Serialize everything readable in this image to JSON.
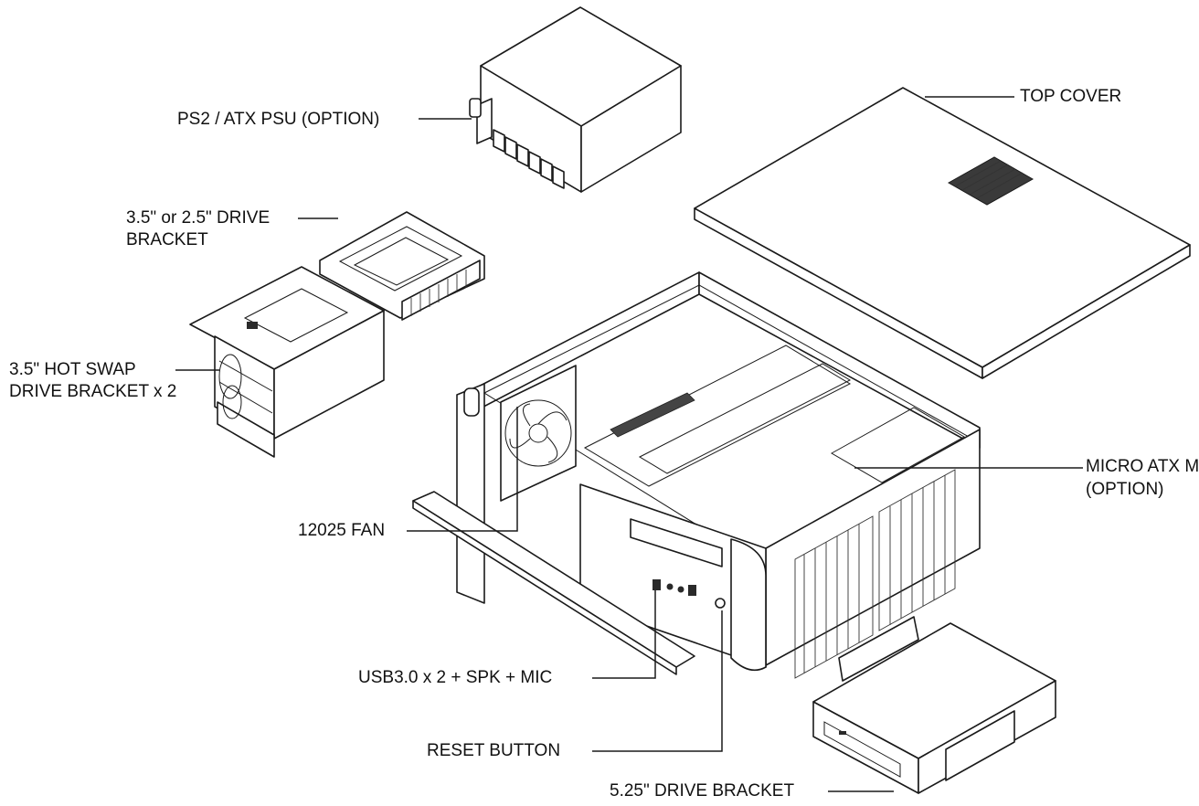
{
  "labels": {
    "psu": "PS2 / ATX PSU (OPTION)",
    "top_cover": "TOP COVER",
    "drive_bracket_line1": "3.5\" or 2.5\" DRIVE",
    "drive_bracket_line2": "BRACKET",
    "hot_swap_line1": "3.5\" HOT SWAP",
    "hot_swap_line2": "DRIVE BRACKET x 2",
    "micro_atx_line1": "MICRO ATX M/B",
    "micro_atx_line2": "(OPTION)",
    "fan": "12025 FAN",
    "usb": "USB3.0 x 2 + SPK + MIC",
    "reset": "RESET BUTTON",
    "drive_525": "5.25\" DRIVE BRACKET"
  }
}
